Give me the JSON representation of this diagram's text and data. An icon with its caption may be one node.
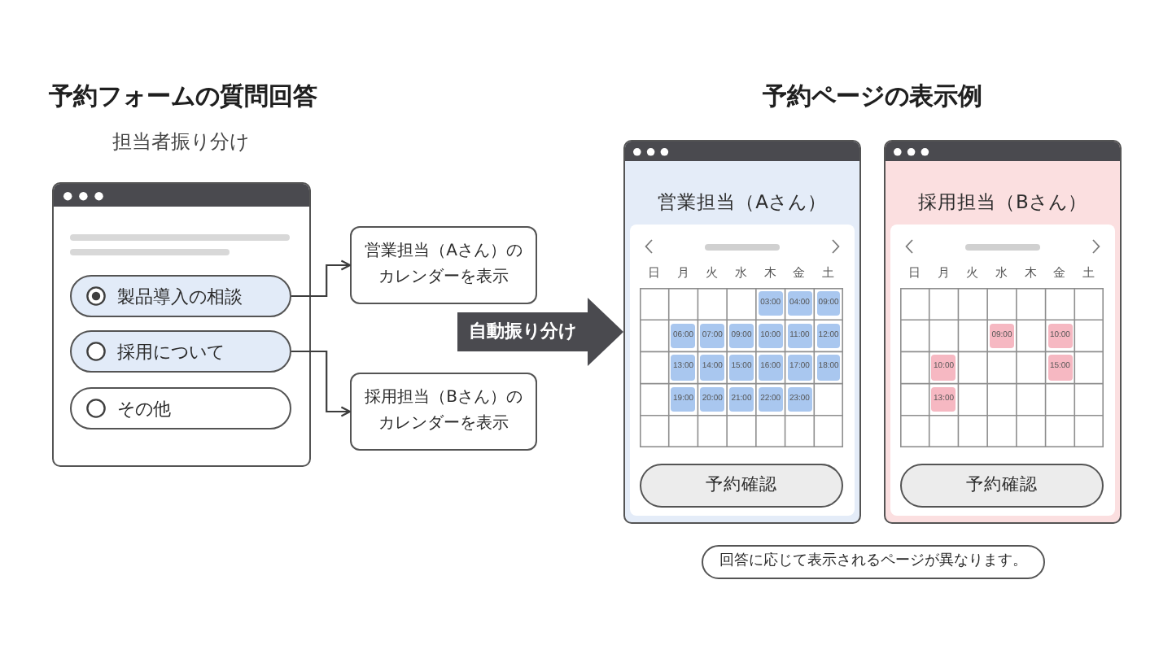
{
  "diagram": {
    "nodes": [
      {
        "text": [],
        "shape": "box"
      },
      {
        "text": [
          "製品導入の相談"
        ],
        "in": 0
      },
      {
        "text": [
          "採用について"
        ],
        "in": 0
      },
      {
        "text": [
          "その他"
        ],
        "in": 0
      },
      {
        "text": [
          "営業担当（Aさん）のカレンダーを表示"
        ]
      },
      {
        "text": [
          "採用担当（Bさん）のカレンダーを表示"
        ]
      },
      {
        "text": [
          "営業担当（Aさん）"
        ]
      },
      {
        "text": [
          "03:00"
        ],
        "in": 6
      },
      {
        "text": [
          "04:00"
        ],
        "in": 6
      },
      {
        "text": [
          "09:00"
        ],
        "in": 6
      },
      {
        "text": [
          "06:00"
        ],
        "in": 6
      },
      {
        "text": [
          "07:00"
        ],
        "in": 6
      },
      {
        "text": [
          "09:00"
        ],
        "in": 6
      },
      {
        "text": [
          "10:00"
        ],
        "in": 6
      },
      {
        "text": [
          "11:00"
        ],
        "in": 6
      },
      {
        "text": [
          "12:00"
        ],
        "in": 6
      },
      {
        "text": [
          "13:00"
        ],
        "in": 6
      },
      {
        "text": [
          "14:00"
        ],
        "in": 6
      },
      {
        "text": [
          "15:00"
        ],
        "in": 6
      },
      {
        "text": [
          "16:00"
        ],
        "in": 6
      },
      {
        "text": [
          "17:00"
        ],
        "in": 6
      },
      {
        "text": [
          "18:00"
        ],
        "in": 6
      },
      {
        "text": [
          "19:00"
        ],
        "in": 6
      },
      {
        "text": [
          "20:00"
        ],
        "in": 6
      },
      {
        "text": [
          "21:00"
        ],
        "in": 6
      },
      {
        "text": [
          "22:00"
        ],
        "in": 6
      },
      {
        "text": [
          "23:00"
        ],
        "in": 6
      },
      {
        "text": [
          "予約確認"
        ],
        "in": 6
      },
      {
        "text": [
          "採用担当（Bさん）"
        ]
      },
      {
        "text": [
          "09:00"
        ],
        "in": 28
      },
      {
        "text": [
          "10:00"
        ],
        "in": 28
      },
      {
        "text": [
          "10:00"
        ],
        "in": 28
      },
      {
        "text": [
          "15:00"
        ],
        "in": 28
      },
      {
        "text": [
          "13:00"
        ],
        "in": 28
      },
      {
        "text": [
          "予約確認"
        ],
        "in": 28
      },
      {
        "text": [
          "回答に応じて表示されるページが異なります。"
        ]
      }
    ],
    "edges": [
      {
        "from": 1,
        "to": 4,
        "arrow": "to"
      },
      {
        "from": 2,
        "to": 5,
        "arrow": "to"
      },
      {
        "from": null,
        "to": 6,
        "arrow": "to",
        "label": "自動振り分け",
        "style": "thick"
      }
    ],
    "labels": [
      "予約フォームの質問回答",
      "予約ページの表示例",
      "担当者振り分け",
      "日",
      "月",
      "火",
      "水",
      "木",
      "金",
      "土",
      "日",
      "月",
      "火",
      "水",
      "木",
      "金",
      "土"
    ]
  }
}
